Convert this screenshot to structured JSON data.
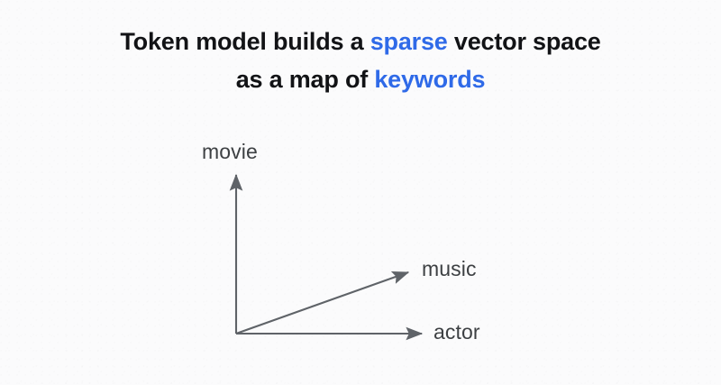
{
  "slide": {
    "background_color": "#fbfbfc",
    "accent_color": "#2f6ae8",
    "text_color": "#121316",
    "axis_color": "#5f6368",
    "label_color": "#3d4043"
  },
  "title": {
    "full_text": "Token model builds a sparse vector space as a map of keywords",
    "line1": {
      "part1": "Token model builds a ",
      "highlight1": "sparse",
      "part2": " vector space"
    },
    "line2": {
      "part1": "as a map of ",
      "highlight1": "keywords"
    }
  },
  "chart_data": {
    "type": "scatter",
    "title": "Token model builds a sparse vector space as a map of keywords",
    "xlabel": "actor",
    "ylabel": "movie",
    "axes": [
      {
        "name": "actor",
        "label": "actor",
        "direction": "horizontal-right"
      },
      {
        "name": "movie",
        "label": "movie",
        "direction": "vertical-up"
      }
    ],
    "vectors": [
      {
        "name": "music",
        "label": "music",
        "direction": "diagonal-up-right"
      }
    ],
    "grid": false,
    "legend": "none",
    "annotations": [
      "movie",
      "music",
      "actor"
    ]
  },
  "diagram": {
    "origin_label": "",
    "y_axis_label": "movie",
    "x_axis_label": "actor",
    "vector_label": "music"
  }
}
